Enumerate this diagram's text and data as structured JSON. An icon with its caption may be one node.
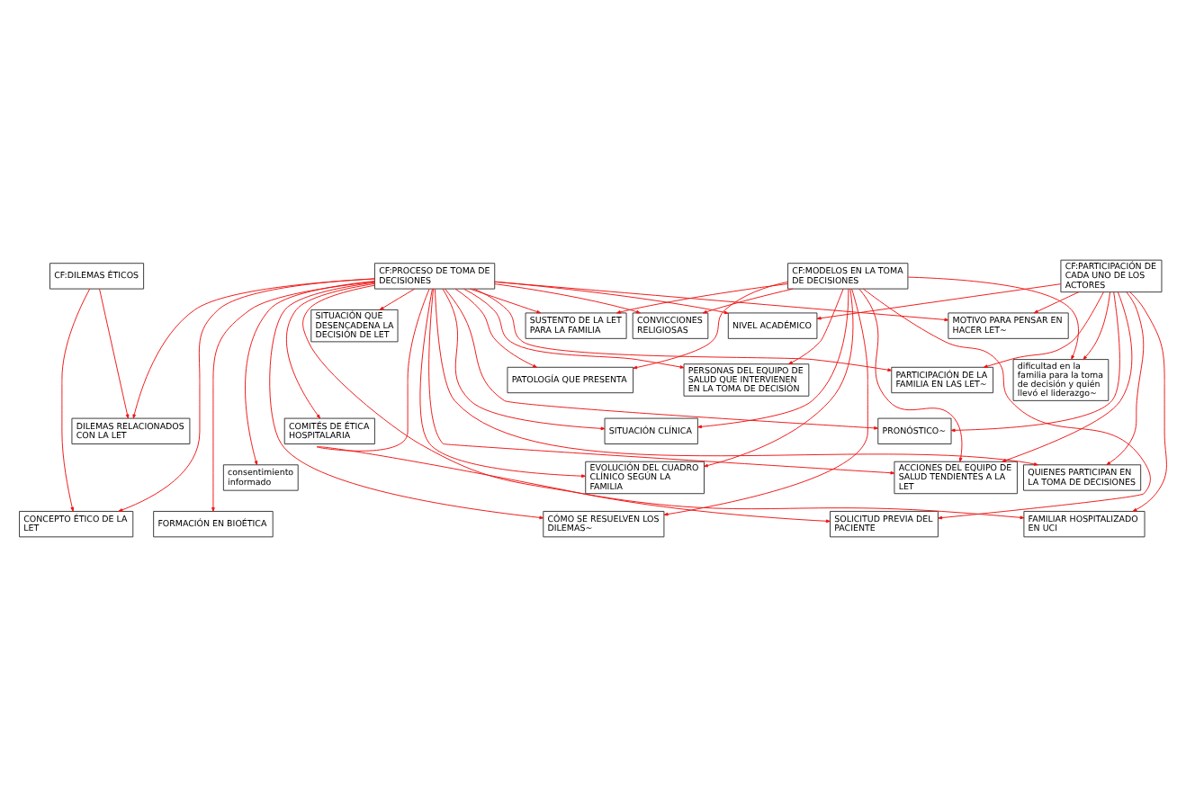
{
  "diagram": {
    "nodes": [
      {
        "text": [
          "CF:DILEMAS ÉTICOS"
        ]
      },
      {
        "text": [
          "CF:MODELOS EN LA TOMA DE DECISIONES"
        ]
      },
      {
        "text": [
          "CF:PARTICIPACIÓN DE CADA UNO DE LOS ACTORES"
        ]
      },
      {
        "text": [
          "CF:PROCESO DE TOMA DE DECISIONES"
        ]
      },
      {
        "text": [
          "CONCEPTO ÉTICO DE LA LET"
        ]
      },
      {
        "text": [
          "CONVICCIONES RELIGIOSAS"
        ]
      },
      {
        "text": [
          "dificultad en la familia para la toma de decisión y quién llevó el liderazgo~"
        ]
      },
      {
        "text": [
          "DILEMAS RELACIONADOS CON LA LET"
        ]
      },
      {
        "text": [
          "EVOLUCIÓN DEL CUADRO CLÍNICO SEGÚN LA FAMILIA"
        ]
      },
      {
        "text": [
          "FAMILIAR HOSPITALIZADO EN UCI"
        ]
      },
      {
        "text": [
          "NIVEL ACADÉMICO"
        ]
      },
      {
        "text": [
          "PATOLOGÍA QUE PRESENTA"
        ]
      },
      {
        "text": [
          "SITUACIÓN CLÍNICA"
        ]
      },
      {
        "text": [
          "ACCIONES DEL EQUIPO DE SALUD TENDIENTES A LA LET"
        ]
      },
      {
        "text": [
          "CÓMO SE RESUELVEN LOS DILEMAS~"
        ]
      },
      {
        "text": [
          "MOTIVO PARA PENSAR EN HACER LET~"
        ]
      },
      {
        "text": [
          "PERSONAS DEL EQUIPO DE SALUD QUE INTERVIENEN EN LA TOMA DE DECISIÓN"
        ]
      },
      {
        "text": [
          "PRONÓSTICO~"
        ]
      },
      {
        "text": [
          "QUIENES PARTICIPAN EN LA TOMA DE DECISIONES"
        ]
      },
      {
        "text": [
          "SOLICITUD PREVIA DEL PACIENTE"
        ]
      },
      {
        "text": [
          "SUSTENTO DE LA LET PARA LA FAMILIA"
        ]
      },
      {
        "text": [
          "PARTICIPACIÓN DE LA FAMILIA EN LAS LET~"
        ]
      },
      {
        "text": [
          "COMITÉS DE ÉTICA HOSPITALARIA"
        ]
      },
      {
        "text": [
          "consentimiento informado"
        ]
      },
      {
        "text": [
          "FORMACIÓN EN BIOÉTICA"
        ]
      },
      {
        "text": [
          "SITUACIÓN QUE DESENCADENA LA DECISIÓN DE LET"
        ]
      }
    ],
    "edges": [
      {
        "from": 0,
        "to": 4,
        "arrow": "to"
      },
      {
        "from": 0,
        "to": 7,
        "arrow": "to"
      },
      {
        "from": 1,
        "to": 5,
        "arrow": "to"
      },
      {
        "from": 1,
        "to": 6,
        "arrow": "to"
      },
      {
        "from": 1,
        "to": 8,
        "arrow": "to"
      },
      {
        "from": 1,
        "to": 11,
        "arrow": "to"
      },
      {
        "from": 1,
        "to": 12,
        "arrow": "to"
      },
      {
        "from": 1,
        "to": 13,
        "arrow": "to"
      },
      {
        "from": 1,
        "to": 14,
        "arrow": "to"
      },
      {
        "from": 1,
        "to": 16,
        "arrow": "to"
      },
      {
        "from": 1,
        "to": 19,
        "arrow": "to"
      },
      {
        "from": 1,
        "to": 20,
        "arrow": "to"
      },
      {
        "from": 2,
        "to": 6,
        "arrow": "to"
      },
      {
        "from": 2,
        "to": 9,
        "arrow": "to"
      },
      {
        "from": 2,
        "to": 10,
        "arrow": "to"
      },
      {
        "from": 2,
        "to": 13,
        "arrow": "to"
      },
      {
        "from": 2,
        "to": 15,
        "arrow": "to"
      },
      {
        "from": 2,
        "to": 17,
        "arrow": "to"
      },
      {
        "from": 2,
        "to": 18,
        "arrow": "to"
      },
      {
        "from": 2,
        "to": 21,
        "arrow": "to"
      },
      {
        "from": 3,
        "to": 4,
        "arrow": "to"
      },
      {
        "from": 3,
        "to": 5,
        "arrow": "to"
      },
      {
        "from": 3,
        "to": 7,
        "arrow": "to"
      },
      {
        "from": 3,
        "to": 8,
        "arrow": "to"
      },
      {
        "from": 3,
        "to": 9,
        "arrow": "to"
      },
      {
        "from": 3,
        "to": 10,
        "arrow": "to"
      },
      {
        "from": 3,
        "to": 11,
        "arrow": "to"
      },
      {
        "from": 3,
        "to": 12,
        "arrow": "to"
      },
      {
        "from": 3,
        "to": 13,
        "arrow": "to"
      },
      {
        "from": 3,
        "to": 14,
        "arrow": "to"
      },
      {
        "from": 3,
        "to": 15,
        "arrow": "to"
      },
      {
        "from": 3,
        "to": 16,
        "arrow": "to"
      },
      {
        "from": 3,
        "to": 17,
        "arrow": "to"
      },
      {
        "from": 3,
        "to": 18,
        "arrow": "to"
      },
      {
        "from": 3,
        "to": 19,
        "arrow": "to"
      },
      {
        "from": 3,
        "to": 20,
        "arrow": "to"
      },
      {
        "from": 3,
        "to": 21,
        "arrow": "to"
      },
      {
        "from": 3,
        "to": 22,
        "arrow": "to"
      },
      {
        "from": 3,
        "to": 23,
        "arrow": "to"
      },
      {
        "from": 3,
        "to": 24,
        "arrow": "to"
      },
      {
        "from": 3,
        "to": 25,
        "arrow": "to"
      }
    ]
  }
}
